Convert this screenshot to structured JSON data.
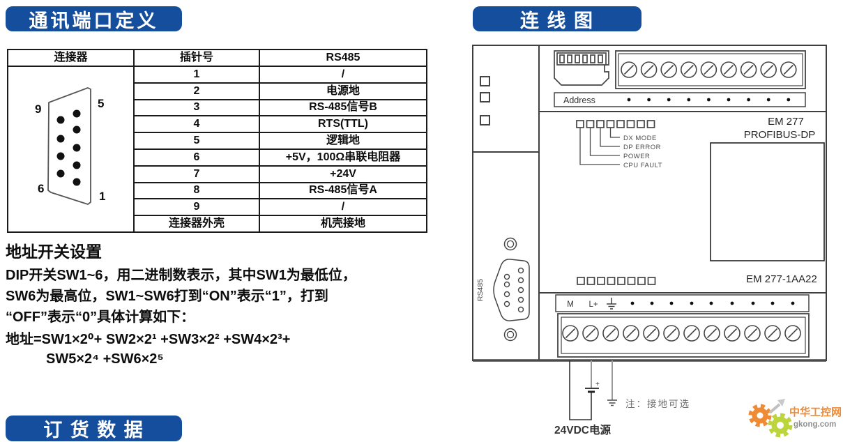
{
  "accent_blue": "#164e9e",
  "left": {
    "banner_comm_ports": "通讯端口定义",
    "banner_order_data": "订 货 数 据",
    "table": {
      "headers": [
        "连接器",
        "插针号",
        "RS485"
      ],
      "rows": [
        [
          "1",
          "/"
        ],
        [
          "2",
          "电源地"
        ],
        [
          "3",
          "RS-485信号B"
        ],
        [
          "4",
          "RTS(TTL)"
        ],
        [
          "5",
          "逻辑地"
        ],
        [
          "6",
          "+5V，100Ω串联电阻器"
        ],
        [
          "7",
          "+24V"
        ],
        [
          "8",
          "RS-485信号A"
        ],
        [
          "9",
          "/"
        ],
        [
          "连接器外壳",
          "机壳接地"
        ]
      ],
      "connector_labels": {
        "top_left": "9",
        "top_right": "5",
        "bottom_left": "6",
        "bottom_right": "1"
      }
    },
    "address_section": {
      "heading": "地址开关设置",
      "line1": "DIP开关SW1~6，用二进制数表示，其中SW1为最低位，",
      "line2": "SW6为最高位，SW1~SW6打到“ON”表示“1”，打到",
      "line3": "“OFF”表示“0”具体计算如下：",
      "formula_line1": "地址=SW1×2⁰+ SW2×2¹ +SW3×2² +SW4×2³+",
      "formula_line2": "SW5×2⁴ +SW6×2⁵"
    }
  },
  "right": {
    "banner_wiring": "连 线 图",
    "diagram": {
      "address_label": "Address",
      "led_labels": [
        "DX MODE",
        "DP ERROR",
        "POWER",
        "CPU FAULT"
      ],
      "model_line1": "EM 277",
      "model_line2": "PROFIBUS-DP",
      "model_code": "EM 277-1AA22",
      "port_label": "RS485",
      "terminal_m": "M",
      "terminal_lplus": "L+",
      "plus_sign": "+",
      "note": "注：接地可选",
      "power_label": "24VDC电源"
    }
  },
  "logo": {
    "name": "中华工控网",
    "domain": "gkong.com"
  }
}
